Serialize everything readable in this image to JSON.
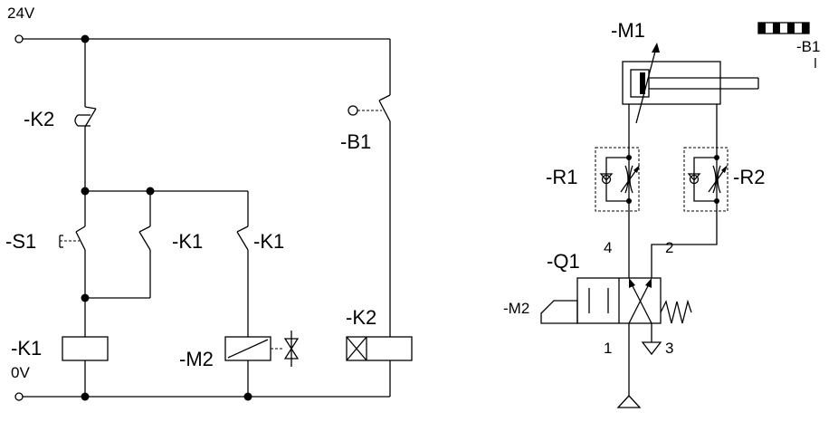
{
  "electrical": {
    "supply_label": "24V",
    "ground_label": "0V",
    "k2_contact_label": "-K2",
    "b1_label": "-B1",
    "s1_label": "-S1",
    "k1_contact1_label": "-K1",
    "k1_contact2_label": "-K1",
    "k1_coil_label": "-K1",
    "m2_coil_label": "-M2",
    "k2_coil_label": "-K2"
  },
  "pneumatic": {
    "cylinder_label": "-M1",
    "sensor_label": "-B1",
    "r1_label": "-R1",
    "r2_label": "-R2",
    "valve_label": "-Q1",
    "solenoid_label": "-M2",
    "port_4": "4",
    "port_2": "2",
    "port_1": "1",
    "port_3": "3"
  }
}
